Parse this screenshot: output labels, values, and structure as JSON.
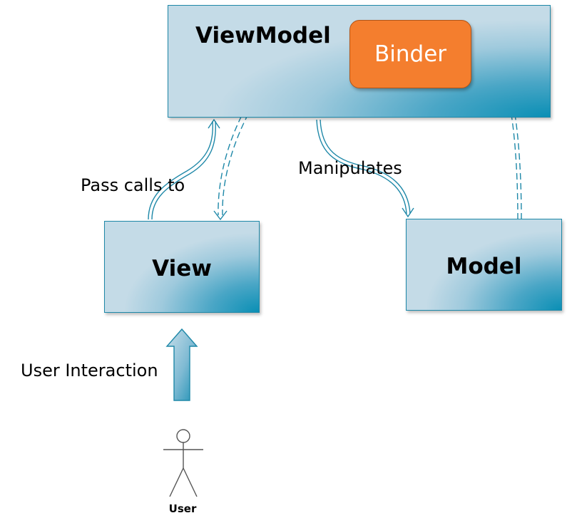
{
  "diagram": {
    "nodes": {
      "viewmodel": "ViewModel",
      "binder": "Binder",
      "view": "View",
      "model": "Model",
      "user": "User"
    },
    "edges": {
      "view_to_viewmodel": "Pass calls to",
      "viewmodel_to_model": "Manipulates",
      "user_to_view": "User Interaction"
    },
    "colors": {
      "box_border": "#1e88a8",
      "box_fill_light": "#c4dbe7",
      "box_fill_dark": "#0a8fb5",
      "binder_fill": "#f47e2e",
      "arrow": "#1e88a8"
    }
  }
}
